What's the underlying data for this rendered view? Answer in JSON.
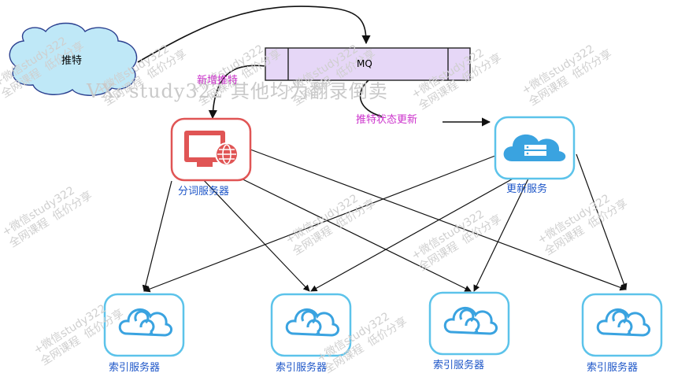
{
  "nodes": {
    "twitter": {
      "label": "推特"
    },
    "mq": {
      "label": "MQ"
    },
    "segmentation_service": {
      "label": "分词服务器"
    },
    "update_service": {
      "label": "更新服务"
    },
    "index_servers": [
      {
        "label": "索引服务器"
      },
      {
        "label": "索引服务器"
      },
      {
        "label": "索引服务器"
      },
      {
        "label": "索引服务器"
      }
    ]
  },
  "edges": {
    "new_tweet": {
      "label": "新增推特"
    },
    "tweet_status_update": {
      "label": "推特状态更新"
    }
  },
  "watermark": {
    "main": "VX: study322 其他均为翻录倒卖",
    "tile_line1": "+微信study322",
    "tile_line2": "全网课程  低价分享"
  },
  "colors": {
    "cloud_fill": "#bfe8f7",
    "mq_fill": "#e6d7f7",
    "server_border": "#e05555",
    "service_border": "#5cc3ea",
    "edge_label": "#cc33cc",
    "node_label": "#1e56c8"
  }
}
